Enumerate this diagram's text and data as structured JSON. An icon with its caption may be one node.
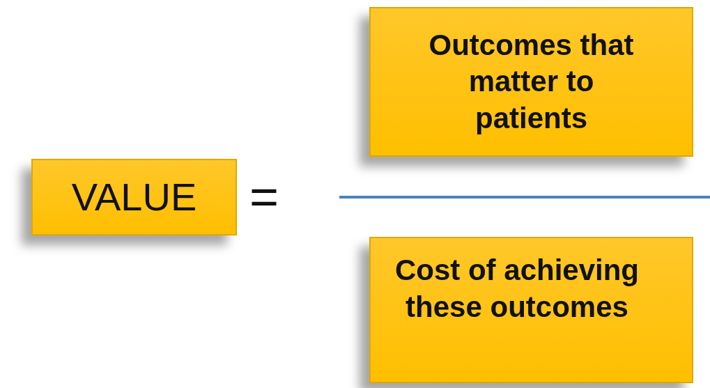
{
  "diagram": {
    "nodes": [
      {
        "text": [
          "VALUE"
        ]
      },
      {
        "text": [
          "Outcomes that matter to patients"
        ]
      },
      {
        "text": [
          "Cost of achieving these outcomes"
        ]
      }
    ],
    "labels": [
      "="
    ]
  }
}
